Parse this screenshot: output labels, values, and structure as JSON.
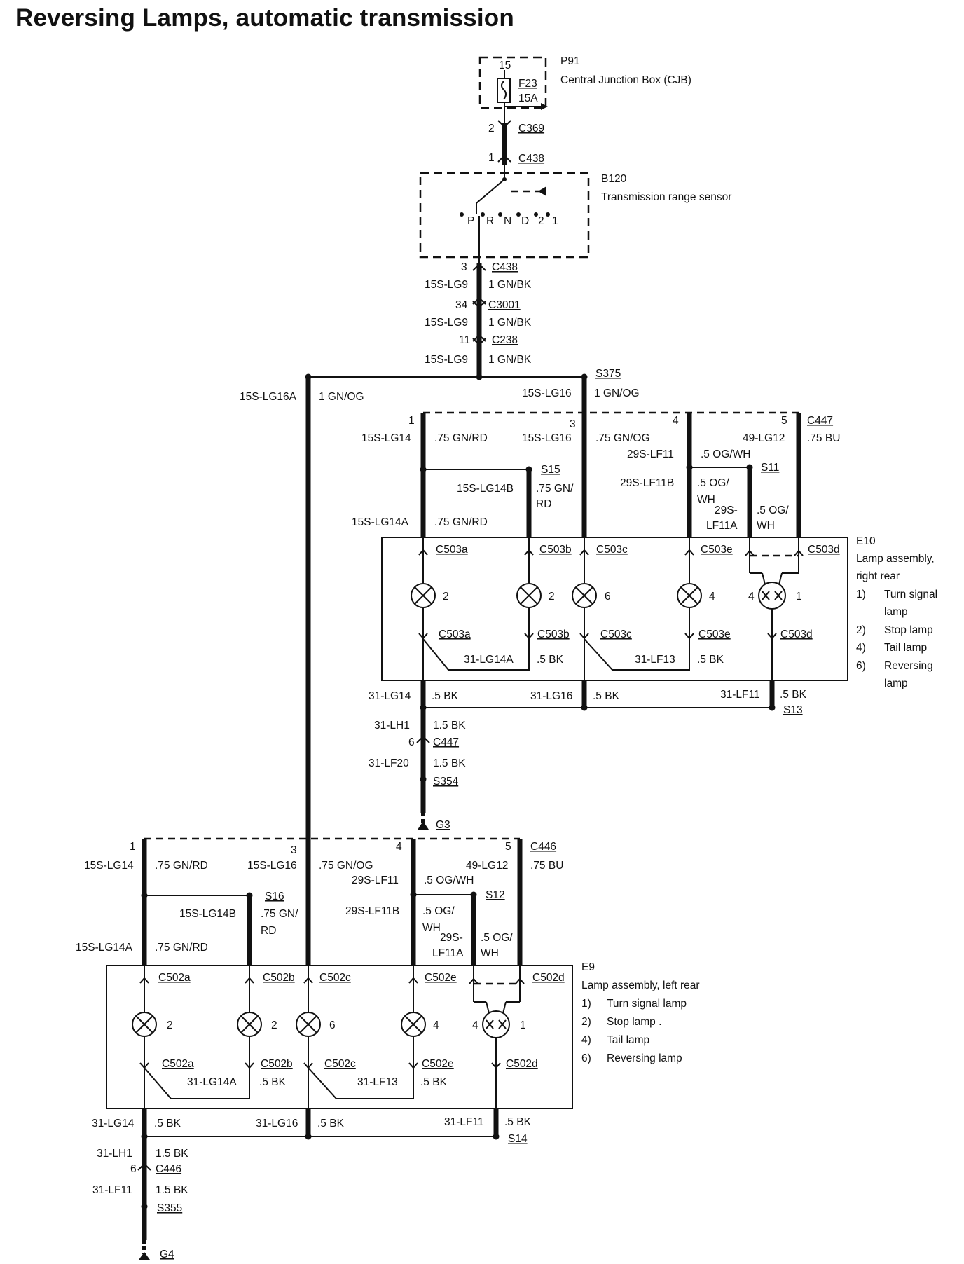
{
  "title": "Reversing Lamps, automatic transmission",
  "p91": {
    "id": "P91",
    "name": "Central Junction Box (CJB)",
    "pin": "15",
    "fuse": "F23",
    "rating": "15A"
  },
  "c369": {
    "pin": "2",
    "name": "C369"
  },
  "c438_top": {
    "pin": "1",
    "name": "C438"
  },
  "b120": {
    "id": "B120",
    "name": "Transmission range sensor",
    "positions": [
      "P",
      "R",
      "N",
      "D",
      "2",
      "1"
    ]
  },
  "trunk": [
    {
      "pin": "3",
      "conn": "C438",
      "circuit": "15S-LG9",
      "wire": "1 GN/BK"
    },
    {
      "pin": "34",
      "conn": "C3001",
      "circuit": "15S-LG9",
      "wire": "1 GN/BK"
    },
    {
      "pin": "11",
      "conn": "C238",
      "circuit": "15S-LG9",
      "wire": "1 GN/BK"
    }
  ],
  "s375": "S375",
  "branch_left": {
    "circuit": "15S-LG16A",
    "wire": "1 GN/OG"
  },
  "branch_right": {
    "circuit": "15S-LG16",
    "wire": "1 GN/OG"
  },
  "right_rear": {
    "header": {
      "connector": "C447",
      "pins": [
        {
          "pin": "1",
          "circuit": "15S-LG14",
          "wire": ".75 GN/RD"
        },
        {
          "pin": "3",
          "circuit": "15S-LG16",
          "wire": ".75 GN/OG"
        },
        {
          "pin": "4",
          "circuit": "29S-LF11",
          "wire": ".5 OG/WH"
        },
        {
          "pin": "5",
          "circuit": "49-LG12",
          "wire": ".75 BU"
        }
      ]
    },
    "splice_a": {
      "name": "S15",
      "circuit_b": "15S-LG14B",
      "wire_b1": ".75 GN/",
      "wire_b2": "RD",
      "circuit_a": "15S-LG14A",
      "wire_a": ".75 GN/RD"
    },
    "splice_b": {
      "name": "S11",
      "circuit_b": "29S-LF11B",
      "wire_b1": ".5 OG/",
      "wire_b2": "WH",
      "circuit_a1": "29S-",
      "circuit_a2": "LF11A",
      "wire_a1": ".5 OG/",
      "wire_a2": "WH"
    },
    "assembly": {
      "id": "E10",
      "name_1": "Lamp assembly,",
      "name_2": "right rear",
      "legend": [
        {
          "n": "1)",
          "l1": "Turn signal",
          "l2": "lamp"
        },
        {
          "n": "2)",
          "l1": "Stop lamp",
          "l2": ""
        },
        {
          "n": "4)",
          "l1": "Tail lamp",
          "l2": ""
        },
        {
          "n": "6)",
          "l1": "Reversing",
          "l2": "lamp"
        }
      ]
    },
    "conn_top": [
      "C503a",
      "C503b",
      "C503c",
      "C503e",
      "C503d"
    ],
    "conn_bot": [
      "C503a",
      "C503b",
      "C503c",
      "C503e",
      "C503d"
    ],
    "lamp_nums": [
      "2",
      "2",
      "6",
      "4",
      "4",
      "1"
    ],
    "inner": [
      {
        "circuit": "31-LG14A",
        "wire": ".5 BK"
      },
      {
        "circuit": "31-LF13",
        "wire": ".5 BK"
      }
    ],
    "ground_out": [
      {
        "circuit": "31-LG14",
        "wire": ".5 BK"
      },
      {
        "circuit": "31-LG16",
        "wire": ".5 BK"
      },
      {
        "circuit": "31-LF11",
        "wire": ".5 BK"
      }
    ],
    "splice_g": "S13",
    "ground_chain": [
      {
        "circuit": "31-LH1",
        "wire": "1.5 BK"
      },
      {
        "pin": "6",
        "conn": "C447"
      },
      {
        "circuit": "31-LF20",
        "wire": "1.5 BK"
      },
      {
        "splice": "S354"
      },
      {
        "ground": "G3"
      }
    ]
  },
  "left_rear": {
    "header": {
      "connector": "C446",
      "pins": [
        {
          "pin": "1",
          "circuit": "15S-LG14",
          "wire": ".75 GN/RD"
        },
        {
          "pin": "3",
          "circuit": "15S-LG16",
          "wire": ".75 GN/OG"
        },
        {
          "pin": "4",
          "circuit": "29S-LF11",
          "wire": ".5 OG/WH"
        },
        {
          "pin": "5",
          "circuit": "49-LG12",
          "wire": ".75 BU"
        }
      ]
    },
    "splice_a": {
      "name": "S16",
      "circuit_b": "15S-LG14B",
      "wire_b1": ".75 GN/",
      "wire_b2": "RD",
      "circuit_a": "15S-LG14A",
      "wire_a": ".75 GN/RD"
    },
    "splice_b": {
      "name": "S12",
      "circuit_b": "29S-LF11B",
      "wire_b1": ".5 OG/",
      "wire_b2": "WH",
      "circuit_a1": "29S-",
      "circuit_a2": "LF11A",
      "wire_a1": ".5 OG/",
      "wire_a2": "WH"
    },
    "assembly": {
      "id": "E9",
      "name_1": "Lamp assembly, left rear",
      "legend": [
        {
          "n": "1)",
          "l1": "Turn signal lamp"
        },
        {
          "n": "2)",
          "l1": "Stop lamp ."
        },
        {
          "n": "4)",
          "l1": "Tail lamp"
        },
        {
          "n": "6)",
          "l1": "Reversing lamp"
        }
      ]
    },
    "conn_top": [
      "C502a",
      "C502b",
      "C502c",
      "C502e",
      "C502d"
    ],
    "conn_bot": [
      "C502a",
      "C502b",
      "C502c",
      "C502e",
      "C502d"
    ],
    "lamp_nums": [
      "2",
      "2",
      "6",
      "4",
      "4",
      "1"
    ],
    "inner": [
      {
        "circuit": "31-LG14A",
        "wire": ".5 BK"
      },
      {
        "circuit": "31-LF13",
        "wire": ".5 BK"
      }
    ],
    "ground_out": [
      {
        "circuit": "31-LG14",
        "wire": ".5 BK"
      },
      {
        "circuit": "31-LG16",
        "wire": ".5 BK"
      },
      {
        "circuit": "31-LF11",
        "wire": ".5 BK"
      }
    ],
    "splice_g": "S14",
    "ground_chain": [
      {
        "circuit": "31-LH1",
        "wire": "1.5 BK"
      },
      {
        "pin": "6",
        "conn": "C446"
      },
      {
        "circuit": "31-LF11",
        "wire": "1.5 BK"
      },
      {
        "splice": "S355"
      },
      {
        "ground": "G4"
      }
    ]
  }
}
